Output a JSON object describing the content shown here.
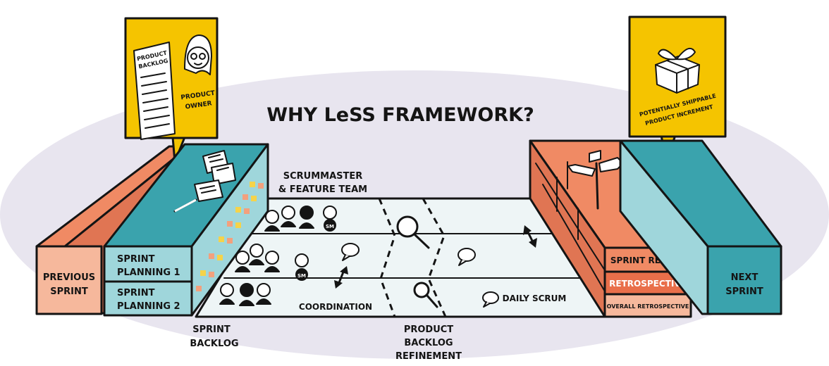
{
  "title": "WHY LeSS FRAMEWORK?",
  "product_owner_card": {
    "backlog_title_line1": "PRODUCT",
    "backlog_title_line2": "BACKLOG",
    "role_line1": "PRODUCT",
    "role_line2": "OWNER"
  },
  "increment_card": {
    "line1": "POTENTIALLY SHIPPABLE",
    "line2": "PRODUCT INCREMENT"
  },
  "previous_sprint": {
    "line1": "PREVIOUS",
    "line2": "SPRINT"
  },
  "sprint_planning_1": {
    "line1": "SPRINT",
    "line2": "PLANNING 1"
  },
  "sprint_planning_2": {
    "line1": "SPRINT",
    "line2": "PLANNING 2"
  },
  "team_label": {
    "line1": "SCRUMMASTER",
    "line2": "& FEATURE TEAM"
  },
  "sprint_backlog": {
    "line1": "SPRINT",
    "line2": "BACKLOG"
  },
  "coordination": "COORDINATION",
  "daily_scrum": "DAILY SCRUM",
  "refinement": {
    "line1": "PRODUCT",
    "line2": "BACKLOG",
    "line3": "REFINEMENT"
  },
  "sprint_review": "SPRINT REVIEW",
  "retrospective": "RETROSPECTIVE",
  "overall_retrospective": "OVERALL RETROSPECTIVE",
  "next_sprint": {
    "line1": "NEXT",
    "line2": "SPRINT"
  },
  "sm_badge": "SM",
  "colors": {
    "ellipse": "#e8e5ef",
    "orange": "#f08a64",
    "orange_light": "#f6b89c",
    "teal": "#3aa3ad",
    "teal_light": "#9fd6db",
    "lane": "#eef5f6",
    "yellow": "#f5c400",
    "sticky_yellow": "#f5d34a",
    "sticky_orange": "#f3a07d"
  }
}
